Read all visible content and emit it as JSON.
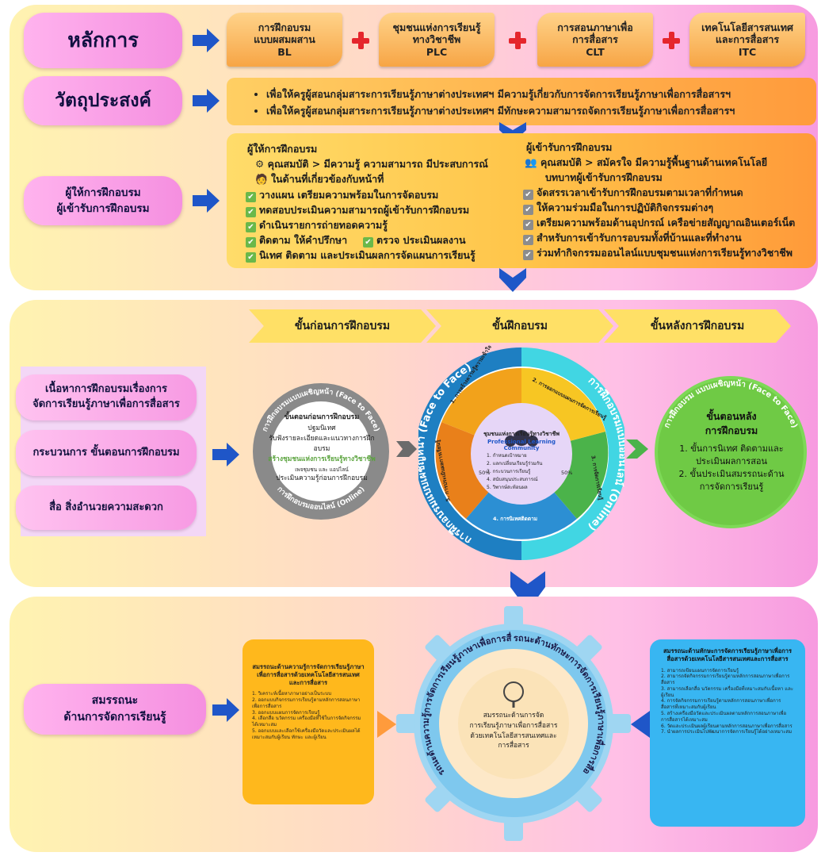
{
  "principles": {
    "label": "หลักการ",
    "items": [
      {
        "line1": "การฝึกอบรม",
        "line2": "แบบผสมผสาน",
        "code": "BL"
      },
      {
        "line1": "ชุมชนแห่งการเรียนรู้",
        "line2": "ทางวิชาชีพ",
        "code": "PLC"
      },
      {
        "line1": "การสอนภาษาเพื่อ",
        "line2": "การสื่อสาร",
        "code": "CLT"
      },
      {
        "line1": "เทคโนโลยีสารสนเทศ",
        "line2": "และการสื่อสาร",
        "code": "ITC"
      }
    ]
  },
  "objectives": {
    "label": "วัตถุประสงค์",
    "items": [
      "เพื่อให้ครูผู้สอนกลุ่มสาระการเรียนรู้ภาษาต่างประเทศฯ มีความรู้เกี่ยวกับการจัดการเรียนรู้ภาษาเพื่อการสื่อสารฯ",
      "เพื่อให้ครูผู้สอนกลุ่มสาระการเรียนรู้ภาษาต่างประเทศฯ มีทักษะความสามารถจัดการเรียนรู้ภาษาเพื่อการสื่อสารฯ"
    ]
  },
  "participants": {
    "label_line1": "ผู้ให้การฝึกอบรม",
    "label_line2": "ผู้เข้ารับการฝึกอบรม",
    "trainer": {
      "title": "ผู้ให้การฝึกอบรม",
      "qual_line1": "คุณสมบัติ > มีความรู้ ความสามารถ มีประสบการณ์",
      "qual_line2": "ในด้านที่เกี่ยวข้องกับหน้าที่",
      "duties": [
        "วางแผน เตรียมความพร้อมในการจัดอบรม",
        "ทดสอบประเมินความสามารถผู้เข้ารับการฝึกอบรม",
        "ดำเนินรายการถ่ายทอดความรู้",
        "ติดตาม ให้คำปรึกษา",
        "ตรวจ ประเมินผลงาน",
        "นิเทศ ติดตาม และประเมินผลการจัดแผนการเรียนรู้"
      ]
    },
    "trainee": {
      "title": "ผู้เข้ารับการฝึกอบรม",
      "qual_line1": "คุณสมบัติ > สมัครใจ มีความรู้พื้นฐานด้านเทคโนโลยี",
      "qual_line2": "บทบาทผู้เข้ารับการฝึกอบรม",
      "duties": [
        "จัดสรรเวลาเข้ารับการฝึกอบรมตามเวลาที่กำหนด",
        "ให้ความร่วมมือในการปฏิบัติกิจกรรมต่างๆ",
        "เตรียมความพร้อมด้านอุปกรณ์ เครือข่ายสัญญาณอินเตอร์เน็ต",
        "สำหรับการเข้ารับการอบรมทั้งที่บ้านและที่ทำงาน",
        "ร่วมทำกิจกรรมออนไลน์แบบชุมชนแห่งการเรียนรู้ทางวิชาชีพ"
      ]
    }
  },
  "stages": {
    "headers": [
      "ขั้นก่อนการฝึกอบรม",
      "ขั้นฝึกอบรม",
      "ขั้นหลังการฝึกอบรม"
    ],
    "left_labels": [
      {
        "line1": "เนื้อหาการฝึกอบรมเรื่องการ",
        "line2": "จัดการเรียนรู้ภาษาเพื่อการสื่อสาร"
      },
      {
        "line1": "กระบวนการ ขั้นตอนการฝึกอบรม",
        "line2": ""
      },
      {
        "line1": "สื่อ สิ่งอำนวยความสะดวก",
        "line2": ""
      }
    ],
    "pre": {
      "ring_top": "การฝึกอบรมแบบเผชิญหน้า (Face to Face)",
      "ring_bottom": "การฝึกอบรมออนไลน์ (Online)",
      "title": "ขั้นตอนก่อนการฝึกอบรม",
      "step1": "ปฐมนิเทศ",
      "step2": "รับฟังรายละเอียดและแนวทางการฝึกอบรม",
      "step3": "สร้างชุมชนแห่งการเรียนรู้ทางวิชาชีพ",
      "step3_sub": "เพจชุมชน และ แอปไลน์",
      "step4": "ประเมินความรู้ก่อนการฝึกอบรม"
    },
    "main": {
      "ring_left": "การฝึกอบรมแบบเผชิญหน้า (Face to Face)",
      "ring_right": "การฝึกอบรมแบบออนไลน์ (Online)",
      "center_title": "ชุมชนแห่งการเรียนรู้ทางวิชาชีพ",
      "center_en": "Professional Learning Community",
      "center_items": [
        "1. กำหนดเป้าหมาย",
        "2. แลกเปลี่ยนเรียนรู้ร่วมกัน",
        "3. กระบวนการเรียนรู้",
        "4. สนับสนุนประสบการณ์",
        "5. วิพากษ์สะท้อนผล"
      ],
      "seg1": "1. การสร้างความรู้ความเข้าใจ",
      "seg2": "2. การออกแบบแผนการจัดการเรียนรู้",
      "seg3": "3. การจัดการเรียนรู้",
      "seg4": "4. การนิเทศติดตาม",
      "seg5": "5. การประเมินผลการเรียนรู้",
      "pct_left": "50%",
      "pct_right": "50%"
    },
    "post": {
      "ring": "การฝึกอบรม แบบเผชิญหน้า (Face to Face)",
      "title_line1": "ขั้นตอนหลัง",
      "title_line2": "การฝึกอบรม",
      "item1_line1": "1. ขั้นการนิเทศ ติดตามและ",
      "item1_line2": "ประเมินผลการสอน",
      "item2_line1": "2. ขั้นประเมินสมรรถนะด้าน",
      "item2_line2": "การจัดการเรียนรู้"
    }
  },
  "competency": {
    "label_line1": "สมรรถนะ",
    "label_line2": "ด้านการจัดการเรียนรู้",
    "left_box": {
      "title": "สมรรถนะด้านความรู้การจัดการเรียนรู้ภาษาเพื่อการสื่อสารด้วยเทคโนโลยีสารสนเทศและการสื่อสาร",
      "items": [
        "1. วิเคราะห์เนื้อหาภาษาอย่างเป็นระบบ",
        "2. ออกแบบกิจกรรมการเรียนรู้ตามหลักการสอนภาษาเพื่อการสื่อสาร",
        "3. ออกแบบแผนการจัดการเรียนรู้",
        "4. เลือกสื่อ นวัตกรรม เครื่องมือที่ใช้ในการจัดกิจกรรมได้เหมาะสม",
        "5. ออกแบบและเลือกใช้เครื่องมือวัดและประเมินผลได้เหมาะสมกับผู้เรียน ทักษะ และผู้เรียน"
      ]
    },
    "gear": {
      "arc_top_left": "สมรรถนะด้านความรู้การจัดการเรียนรู้ภาษาเพื่อการสื่อสาร",
      "arc_top_right": "สมรรถนะด้านทักษะการจัดการเรียนรู้ภาษาเพื่อการสื่อสาร",
      "center_line1": "สมรรถนะด้านการจัด",
      "center_line2": "การเรียนรู้ภาษาเพื่อการสื่อสาร",
      "center_line3": "ด้วยเทคโนโลยีสารสนเทศและ",
      "center_line4": "การสื่อสาร"
    },
    "right_box": {
      "title": "สมรรถนะด้านทักษะการจัดการเรียนรู้ภาษาเพื่อการสื่อสารด้วยเทคโนโลยีสารสนเทศและการสื่อสาร",
      "items": [
        "1. สามารถเขียนแผนการจัดการเรียนรู้",
        "2. สามารถจัดกิจกรรมการเรียนรู้ตามหลักการสอนภาษาเพื่อการสื่อสาร",
        "3. สามารถเลือกสื่อ นวัตกรรม เครื่องมือที่เหมาะสมกับเนื้อหา และผู้เรียน",
        "4. การจัดกิจกรรมการเรียนรู้ตามหลักการสอนภาษาเพื่อการสื่อสารที่เหมาะสมกับผู้เรียน",
        "5. สร้างเครื่องมือวัดและประเมินผลตามหลักการสอนภาษาเพื่อการสื่อสารได้เหมาะสม",
        "6. วัดและประเมินผลผู้เรียนตามหลักการสอนภาษาเพื่อการสื่อสาร",
        "7. นำผลการประเมินไปพัฒนาการจัดการเรียนรู้ได้อย่างเหมาะสม"
      ]
    }
  },
  "colors": {
    "arrow_blue": "#1f56c8",
    "pink_pill": "#f79ae3",
    "orange": "#ff9b3c",
    "yellow": "#ffe066",
    "green": "#76cc4e",
    "cyan": "#3fd3e0",
    "red_plus": "#e5262c"
  },
  "icons": [
    "arrow-right-icon",
    "plus-icon",
    "chevron-down-icon",
    "checkbox-icon",
    "gear-icon",
    "people-icon",
    "lightbulb-icon"
  ]
}
